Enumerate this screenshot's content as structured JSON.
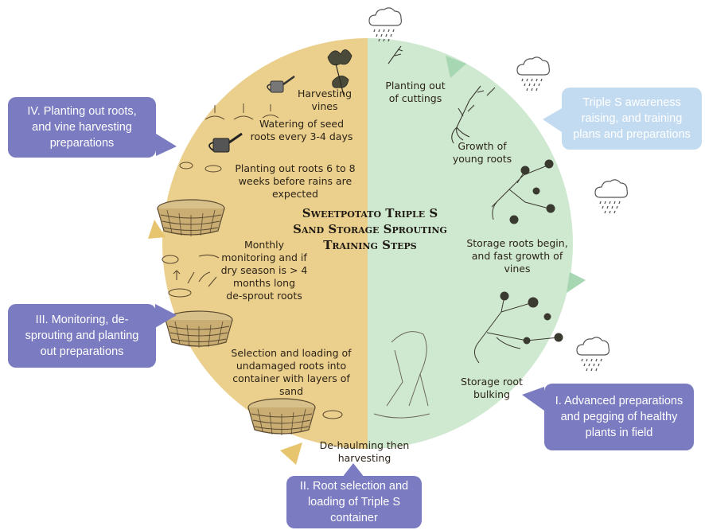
{
  "diagram": {
    "title": "Sweetpotato Triple S\nSand Storage Sprouting\nTraining Steps",
    "colors": {
      "left_half": "#ebcf8c",
      "right_half": "#cfe8d0",
      "arrow_green": "#a6d6b2",
      "arrow_gold": "#e6c56e",
      "callout": "#7b7bc1",
      "callout_light": "#c3dbf0"
    },
    "right_labels": {
      "planting_cuttings": "Planting out\nof cuttings",
      "young_roots": "Growth of\nyoung roots",
      "storage_begin": "Storage roots begin,\nand fast growth of\nvines",
      "bulking": "Storage root\nbulking"
    },
    "left_labels": {
      "harvesting_vines": "Harvesting\nvines",
      "watering": "Watering of seed\nroots every 3-4 days",
      "planting_roots": "Planting out roots 6 to 8\nweeks before rains are\nexpected",
      "monitoring": "Monthly\nmonitoring and if\ndry season is > 4\nmonths long\nde-sprout roots",
      "selection": "Selection and loading of\nundamaged roots into\ncontainer with layers of\nsand",
      "dehaulming": "De-haulming then\nharvesting"
    },
    "callouts": {
      "step1": "I. Advanced preparations\nand pegging of healthy\nplants in field",
      "step2": "II. Root selection and\nloading of Triple S\ncontainer",
      "step3": "III. Monitoring, de-\nsprouting and planting\nout preparations",
      "step4": "IV. Planting out roots,\nand vine harvesting\npreparations",
      "awareness": "Triple S awareness\nraising, and training\nplans and preparations"
    },
    "icons": [
      "rain-cloud-icon",
      "watering-can-icon",
      "sand-basket-icon",
      "sweetpotato-root-icon",
      "vine-plant-icon",
      "farmer-sketch-icon"
    ]
  }
}
